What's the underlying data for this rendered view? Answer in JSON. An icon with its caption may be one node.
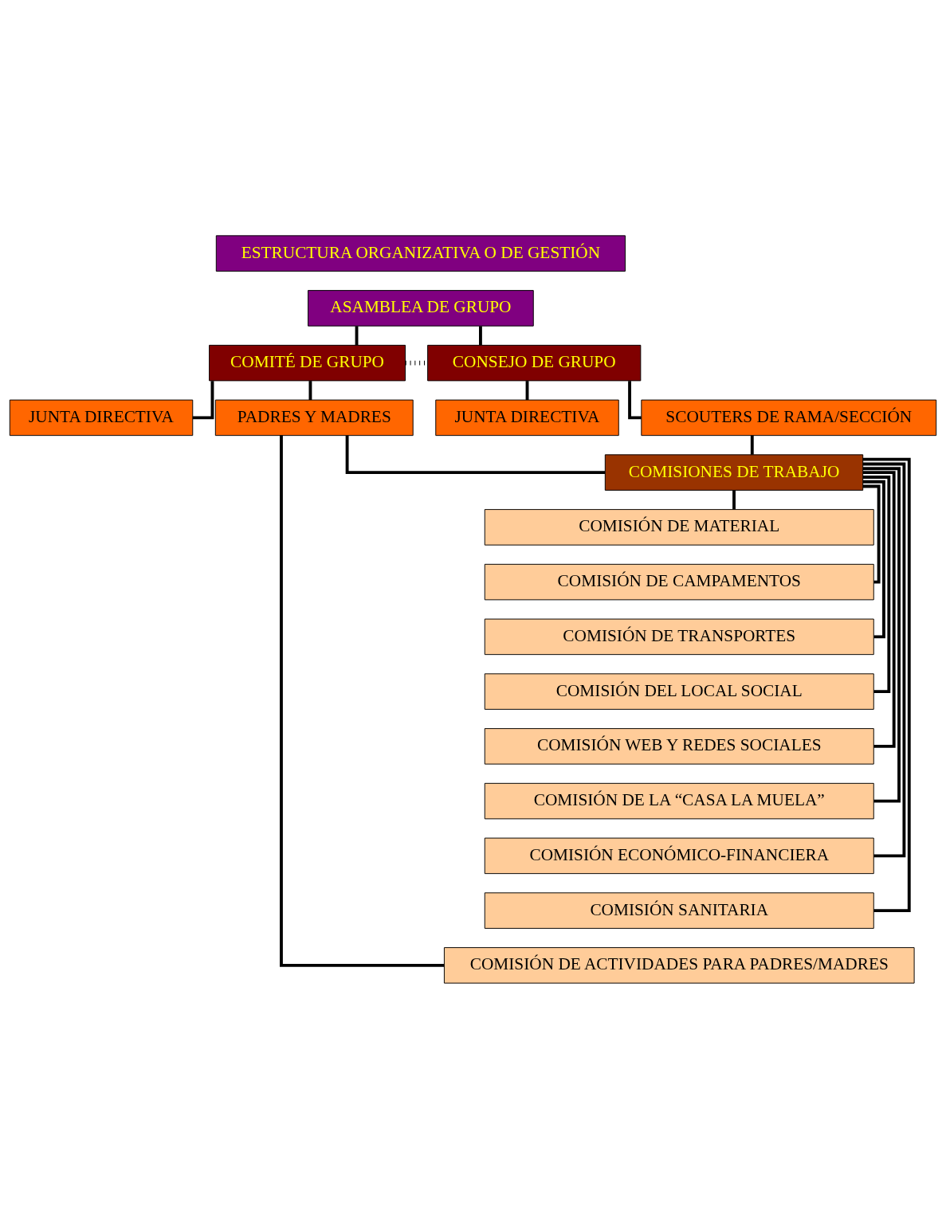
{
  "diagram": {
    "nodes": [
      {
        "text": [
          "ESTRUCTURA ORGANIZATIVA O DE GESTIÓN"
        ]
      },
      {
        "text": [
          "ASAMBLEA DE GRUPO"
        ]
      },
      {
        "text": [
          "COMITÉ DE GRUPO"
        ]
      },
      {
        "text": [
          "CONSEJO DE GRUPO"
        ]
      },
      {
        "text": [
          "JUNTA DIRECTIVA"
        ]
      },
      {
        "text": [
          "JUNTA DIRECTIVA"
        ]
      },
      {
        "text": [
          "PADRES Y MADRES"
        ]
      },
      {
        "text": [
          "SCOUTERS DE RAMA/SECCIÓN"
        ]
      },
      {
        "text": [
          "COMISIONES DE TRABAJO"
        ]
      },
      {
        "text": [
          "COMISIÓN DE MATERIAL"
        ]
      },
      {
        "text": [
          "COMISIÓN DE CAMPAMENTOS"
        ]
      },
      {
        "text": [
          "COMISIÓN DE TRANSPORTES"
        ]
      },
      {
        "text": [
          "COMISIÓN DEL LOCAL SOCIAL"
        ]
      },
      {
        "text": [
          "COMISIÓN WEB Y REDES SOCIALES"
        ]
      },
      {
        "text": [
          "COMISIÓN DE LA “CASA LA MUELA”"
        ]
      },
      {
        "text": [
          "COMISIÓN ECONÓMICO-FINANCIERA"
        ]
      },
      {
        "text": [
          "COMISIÓN SANITARIA"
        ]
      },
      {
        "text": [
          "COMISIÓN DE ACTIVIDADES PARA PADRES/MADRES"
        ]
      }
    ],
    "edges": [
      {
        "from": 1,
        "to": 2,
        "arrow": "none"
      },
      {
        "from": 1,
        "to": 3,
        "arrow": "none"
      },
      {
        "from": 2,
        "to": 3,
        "arrow": "none",
        "style": "dashed"
      },
      {
        "from": 2,
        "to": 4,
        "arrow": "none"
      },
      {
        "from": 3,
        "to": 5,
        "arrow": "none"
      },
      {
        "from": 2,
        "to": 6,
        "arrow": "none"
      },
      {
        "from": 3,
        "to": 7,
        "arrow": "none"
      },
      {
        "from": 6,
        "to": 8,
        "arrow": "none"
      },
      {
        "from": 7,
        "to": 8,
        "arrow": "none"
      },
      {
        "from": 8,
        "to": 9,
        "arrow": "none"
      },
      {
        "from": 8,
        "to": 10,
        "arrow": "none"
      },
      {
        "from": 8,
        "to": 11,
        "arrow": "none"
      },
      {
        "from": 8,
        "to": 12,
        "arrow": "none"
      },
      {
        "from": 8,
        "to": 13,
        "arrow": "none"
      },
      {
        "from": 8,
        "to": 14,
        "arrow": "none"
      },
      {
        "from": 8,
        "to": 15,
        "arrow": "none"
      },
      {
        "from": 8,
        "to": 16,
        "arrow": "none"
      },
      {
        "from": 6,
        "to": 17,
        "arrow": "none"
      }
    ]
  }
}
